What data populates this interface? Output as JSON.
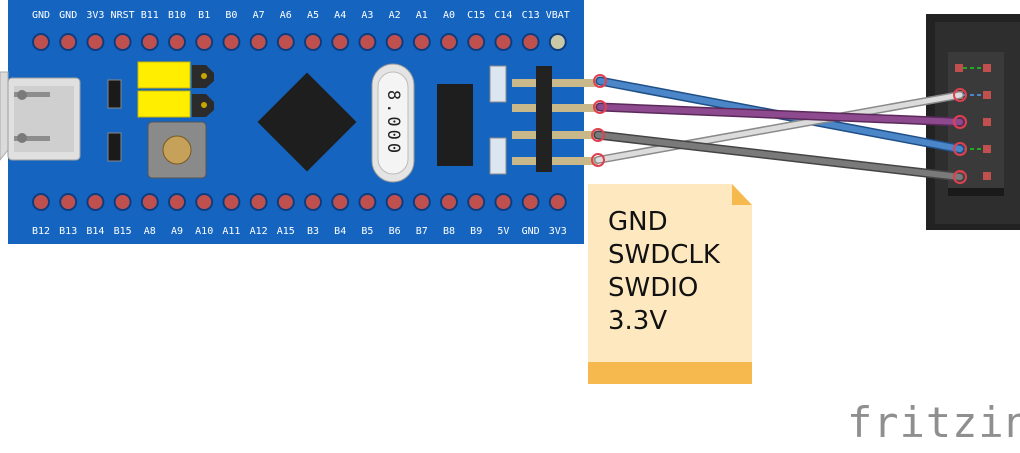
{
  "board": {
    "top_pins": [
      "GND",
      "GND",
      "3V3",
      "NRST",
      "B11",
      "B10",
      "B1",
      "B0",
      "A7",
      "A6",
      "A5",
      "A4",
      "A3",
      "A2",
      "A1",
      "A0",
      "C15",
      "C14",
      "C13",
      "VBAT"
    ],
    "bottom_pins": [
      "B12",
      "B13",
      "B14",
      "B15",
      "A8",
      "A9",
      "A10",
      "A11",
      "A12",
      "A15",
      "B3",
      "B4",
      "B5",
      "B6",
      "B7",
      "B8",
      "B9",
      "5V",
      "GND",
      "3V3"
    ],
    "crystal_label": "8.000",
    "colors": {
      "pcb": "#1565c0",
      "pad": "#c0504d",
      "jumper": "#ffee00"
    }
  },
  "note": {
    "lines": [
      "GND",
      "SWDCLK",
      "SWDIO",
      "3.3V"
    ],
    "colors": {
      "paper": "#fde8c0",
      "fold": "#f6b94e"
    }
  },
  "wires": [
    {
      "name": "wire-gnd",
      "color": "#4a86c8"
    },
    {
      "name": "wire-swdclk",
      "color": "#8e4a8e"
    },
    {
      "name": "wire-swdio",
      "color": "#7a7a7a"
    },
    {
      "name": "wire-3v3",
      "color": "#d8d8d8"
    }
  ],
  "brand": "fritzing"
}
